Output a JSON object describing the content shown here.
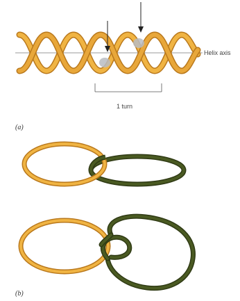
{
  "panel_a": {
    "label": "(a)",
    "axis_label": "Helix axis",
    "turn_label": "1 turn"
  },
  "panel_b": {
    "label": "(b)"
  },
  "colors": {
    "gold": "#e8a73a",
    "gold_dark": "#b9781c",
    "olive": "#4a5a22",
    "olive_dark": "#2f3a14",
    "axis": "#666666",
    "blob": "#b9bcc2"
  }
}
